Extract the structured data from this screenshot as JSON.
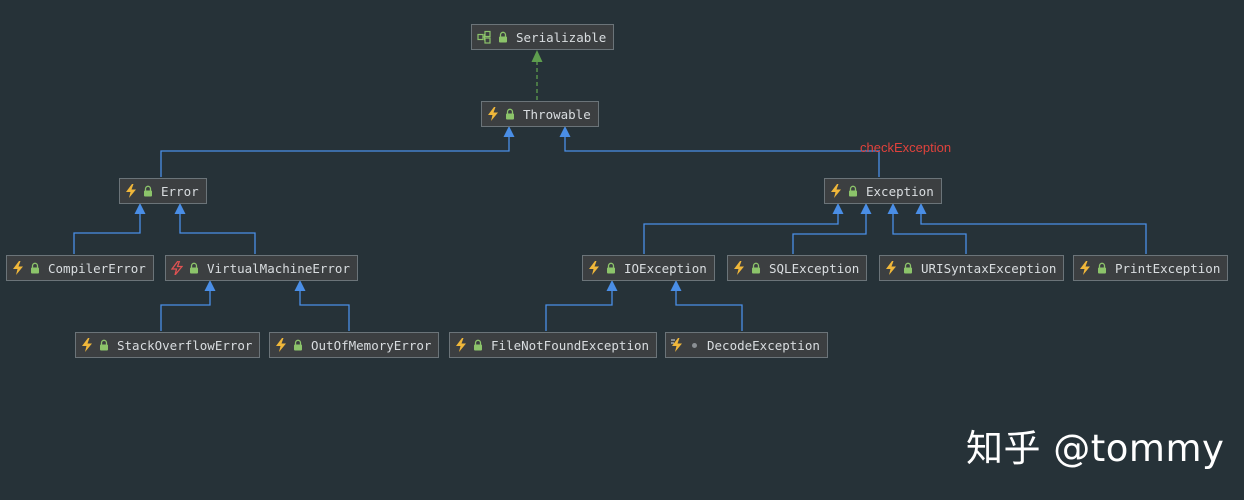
{
  "diagram": {
    "nodes": {
      "serializable": "Serializable",
      "throwable": "Throwable",
      "error": "Error",
      "exception": "Exception",
      "compiler_error": "CompilerError",
      "virtual_machine_error": "VirtualMachineError",
      "io_exception": "IOException",
      "sql_exception": "SQLException",
      "uri_syntax_exception": "URISyntaxException",
      "print_exception": "PrintException",
      "stack_overflow_error": "StackOverflowError",
      "out_of_memory_error": "OutOfMemoryError",
      "file_not_found_exception": "FileNotFoundException",
      "decode_exception": "DecodeException"
    },
    "annotation": "checkException",
    "colors": {
      "background": "#263238",
      "extends_arrow": "#4a8ee6",
      "implements_arrow": "#5e9e4e",
      "annotation": "#e0423c",
      "class_icon": "#f0b73a",
      "abstract_class_icon": "#e05252",
      "lock_icon": "#8cc46a"
    },
    "icons": {
      "class": "lightning-icon",
      "abstract_class": "abstract-lightning-icon",
      "interface": "interface-icon",
      "public": "lock-icon",
      "package_private": "dot-icon"
    }
  },
  "watermark": "知乎 @tommy"
}
